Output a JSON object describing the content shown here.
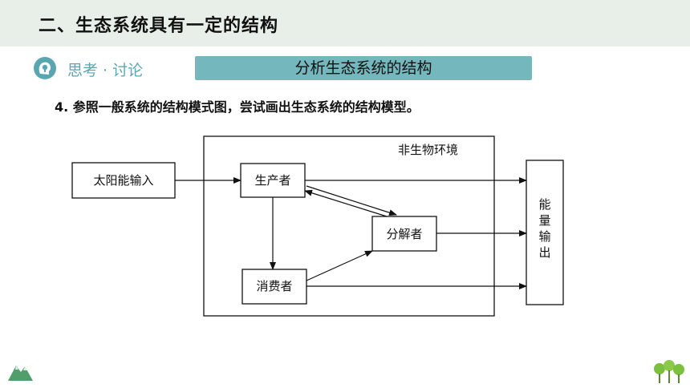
{
  "header": {
    "title": "二、生态系统具有一定的结构"
  },
  "section": {
    "label": "思考 · 讨论",
    "banner": "分析生态系统的结构"
  },
  "question": "4. 参照一般系统的结构模式图，尝试画出生态系统的结构模型。",
  "diagram": {
    "environment_label": "非生物环境",
    "sun_input": "太阳能输入",
    "producer": "生产者",
    "consumer": "消费者",
    "decomposer": "分解者",
    "energy_output": [
      "能",
      "量",
      "输",
      "出"
    ]
  },
  "colors": {
    "header_bg": "#e8efe9",
    "accent": "#74b7bc",
    "accent_text": "#5aa6b0"
  }
}
